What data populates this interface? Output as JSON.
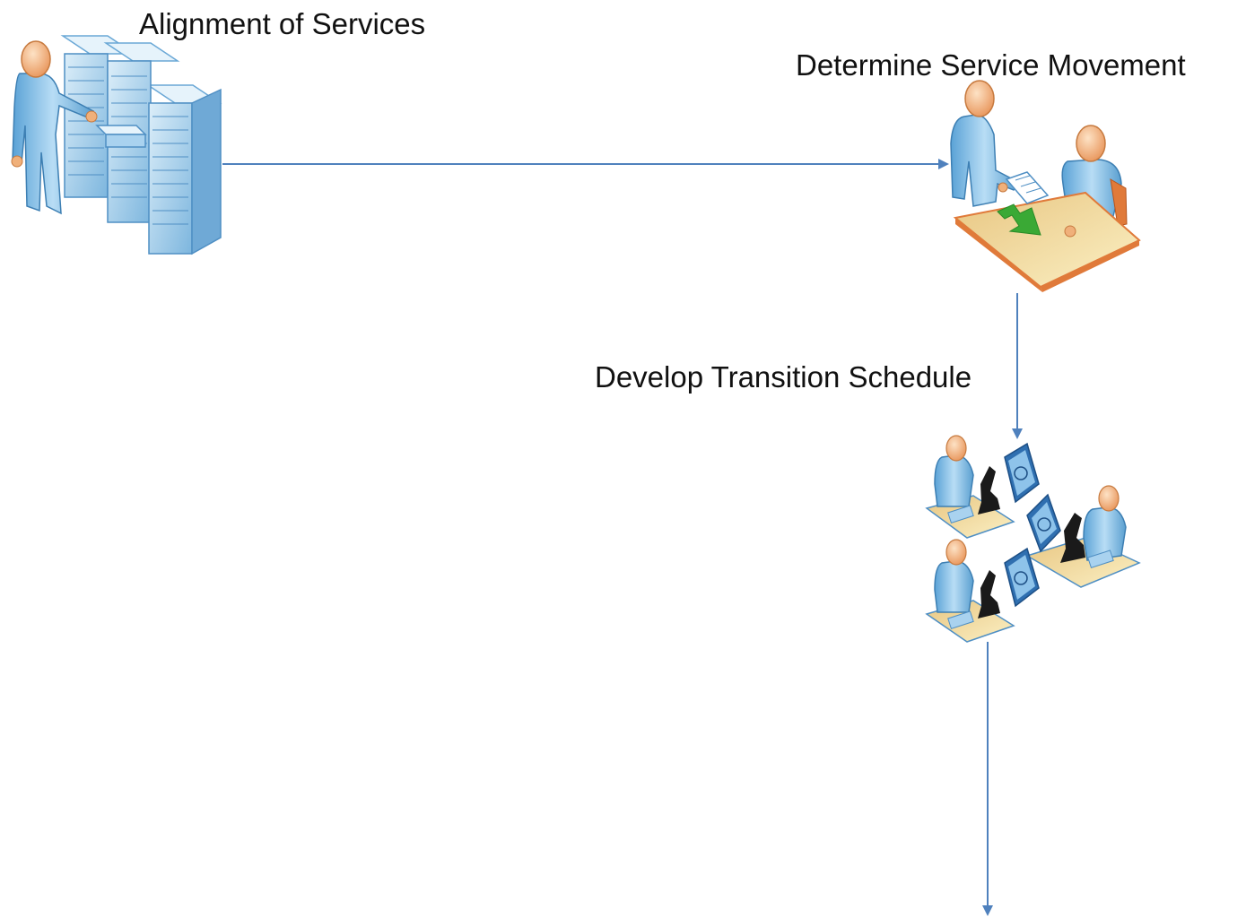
{
  "steps": [
    {
      "label": "Alignment of Services",
      "icon": "admin-server-rack-icon"
    },
    {
      "label": "Determine Service Movement",
      "icon": "meeting-desk-icon"
    },
    {
      "label": "Develop Transition Schedule",
      "icon": "lab-workstations-icon"
    }
  ],
  "colors": {
    "connector": "#4f81bd",
    "skin": "#f2b27a",
    "shirt": "#8fc3e8",
    "desk": "#f4dfa0",
    "desk_edge": "#e07a3a",
    "arrow_green": "#3aa935",
    "rack": "#9ccbe8"
  }
}
